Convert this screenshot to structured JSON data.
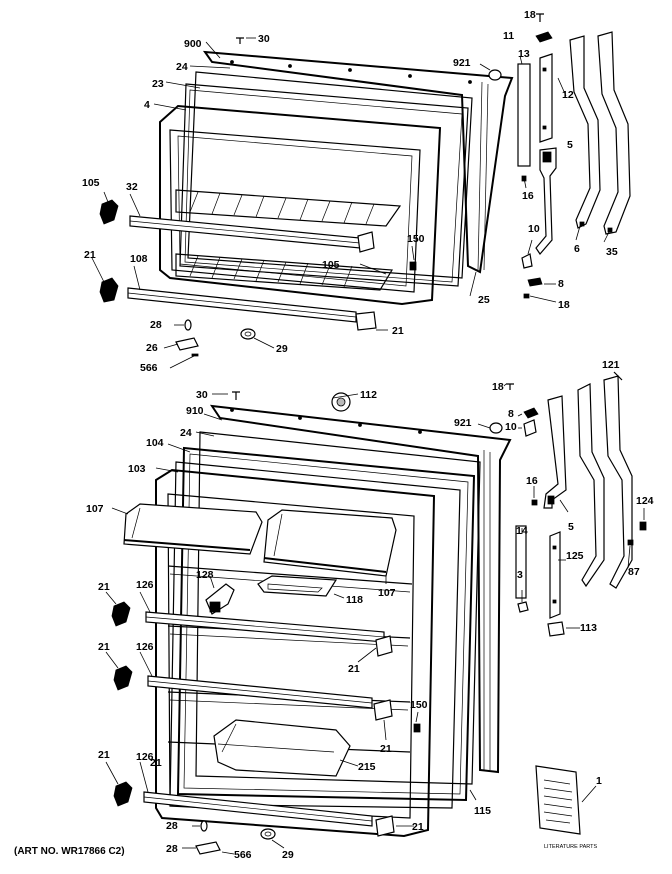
{
  "art_number": "(ART NO. WR17866 C2)",
  "book_label": "LITERATURE PARTS",
  "upper_door": {
    "callouts": {
      "c18": "18",
      "c11": "11",
      "c30": "30",
      "c900": "900",
      "c921": "921",
      "c13": "13",
      "c24": "24",
      "c23": "23",
      "c12": "12",
      "c4": "4",
      "c5": "5",
      "c105a": "105",
      "c32": "32",
      "c16": "16",
      "c150": "150",
      "c10": "10",
      "c6": "6",
      "c35": "35",
      "c21a": "21",
      "c108": "108",
      "c105b": "105",
      "c8": "8",
      "c25": "25",
      "c18b": "18",
      "c28": "28",
      "c21b": "21",
      "c26": "26",
      "c29": "29",
      "c566": "566"
    }
  },
  "lower_door": {
    "callouts": {
      "c30": "30",
      "c112": "112",
      "c18": "18",
      "c121": "121",
      "c910": "910",
      "c8": "8",
      "c921": "921",
      "c10": "10",
      "c24": "24",
      "c104": "104",
      "c103": "103",
      "c16": "16",
      "c124": "124",
      "c107a": "107",
      "c14": "14",
      "c5": "5",
      "c125": "125",
      "c87": "87",
      "c128": "128",
      "c118": "118",
      "c107b": "107",
      "c3": "3",
      "c21a": "21",
      "c126a": "126",
      "c113": "113",
      "c21b": "21",
      "c126b": "126",
      "c21c": "21",
      "c150": "150",
      "c21d": "21",
      "c21e": "21",
      "c215": "215",
      "c21f": "21",
      "c126c": "126",
      "c115": "115",
      "c1": "1",
      "c28a": "28",
      "c21g": "21",
      "c28b": "28",
      "c566": "566",
      "c29": "29"
    }
  }
}
